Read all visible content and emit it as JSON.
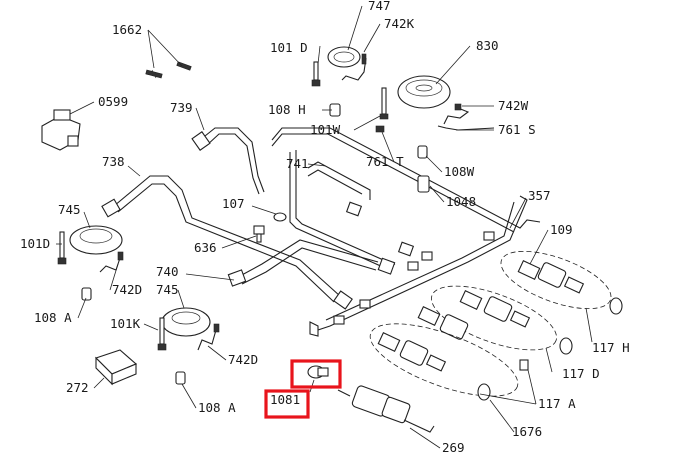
{
  "labels": {
    "p1662": "1662",
    "p747": "747",
    "p742K": "742K",
    "p101D_top": "101 D",
    "p830": "830",
    "p0599": "0599",
    "p739": "739",
    "p108H": "108 H",
    "p742W": "742W",
    "p101W": "101W",
    "p761S": "761 S",
    "p761T": "761 T",
    "p108W": "108W",
    "p738": "738",
    "p741": "741",
    "p1048": "1048",
    "p357": "357",
    "p745_top": "745",
    "p107": "107",
    "p109": "109",
    "p101D_left": "101D",
    "p636": "636",
    "p742D_top": "742D",
    "p740": "740",
    "p745_bottom": "745",
    "p108A_top": "108 A",
    "p101K": "101K",
    "p117H": "117 H",
    "p742D_bottom": "742D",
    "p272": "272",
    "p117D": "117 D",
    "p108A_bottom": "108 A",
    "p1081": "1081",
    "p117A": "117 A",
    "p1676": "1676",
    "p269": "269"
  },
  "highlight_color": "#e8141c"
}
